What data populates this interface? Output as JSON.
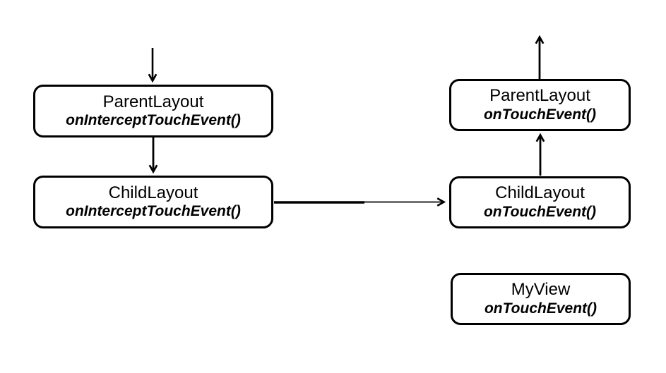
{
  "diagram": {
    "background_color": "#ffffff",
    "stroke_color": "#000000",
    "nodes": [
      {
        "id": "left-parentlayout",
        "title": "ParentLayout",
        "method": "onInterceptTouchEvent()"
      },
      {
        "id": "left-childlayout",
        "title": "ChildLayout",
        "method": "onInterceptTouchEvent()"
      },
      {
        "id": "right-parentlayout",
        "title": "ParentLayout",
        "method": "onTouchEvent()"
      },
      {
        "id": "right-childlayout",
        "title": "ChildLayout",
        "method": "onTouchEvent()"
      },
      {
        "id": "right-myview",
        "title": "MyView",
        "method": "onTouchEvent()"
      }
    ],
    "edges": [
      {
        "from": "external",
        "to": "left-parentlayout",
        "direction": "down"
      },
      {
        "from": "left-parentlayout",
        "to": "left-childlayout",
        "direction": "down"
      },
      {
        "from": "left-childlayout",
        "to": "right-childlayout",
        "direction": "right"
      },
      {
        "from": "right-childlayout",
        "to": "right-parentlayout",
        "direction": "up"
      },
      {
        "from": "right-parentlayout",
        "to": "external",
        "direction": "up"
      }
    ]
  }
}
